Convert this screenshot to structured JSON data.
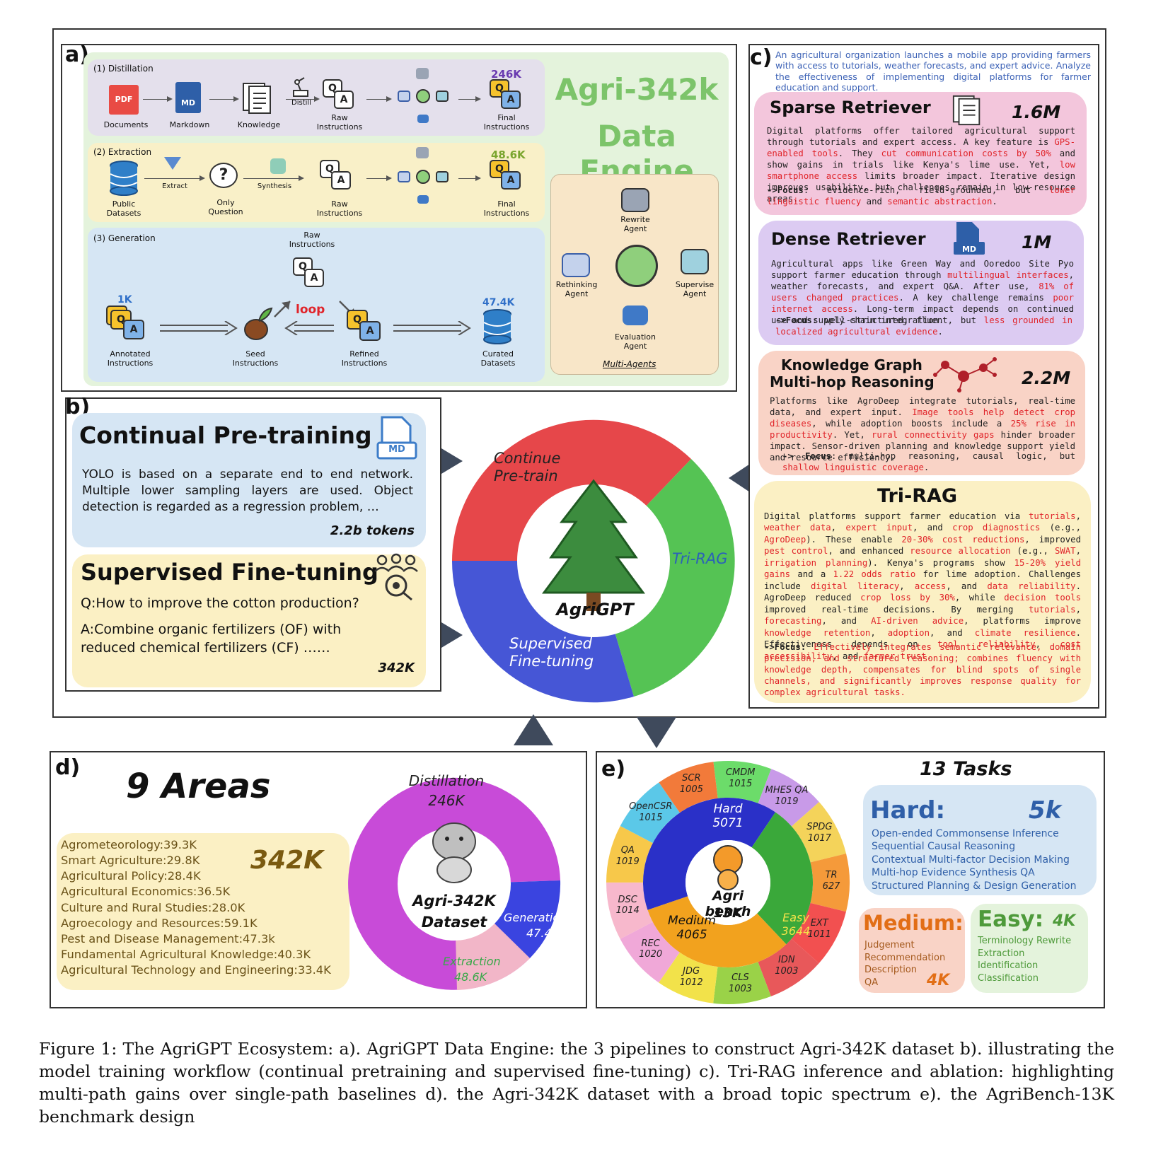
{
  "panel_a": {
    "label": "a)",
    "title_line1": "Agri-342k",
    "title_line2": "Data Engine",
    "distillation": {
      "title": "(1) Distillation",
      "nodes": [
        "Documents",
        "Markdown",
        "Knowledge",
        "Raw Instructions",
        "Final Instructions"
      ],
      "distill_label": "Distill",
      "pdf_label": "PDF",
      "md_label": "MD",
      "count": "246K"
    },
    "extraction": {
      "title": "(2) Extraction",
      "nodes": [
        "Public Datasets",
        "Only Question",
        "Raw Instructions",
        "Final Instructions"
      ],
      "extract_label": "Extract",
      "synthesis_label": "Synthesis",
      "count": "48.6K"
    },
    "generation": {
      "title": "(3) Generation",
      "raw_label": "Raw Instructions",
      "annotated_label": "Annotated Instructions",
      "annotated_count": "1K",
      "seed_label": "Seed Instructions",
      "refined_label": "Refined Instructions",
      "curated_label": "Curated Datasets",
      "curated_count": "47.4K",
      "loop_label": "loop"
    },
    "agents": {
      "rewrite": "Rewrite Agent",
      "rethinking": "Rethinking Agent",
      "supervise": "Supervise Agent",
      "evaluation": "Evaluation Agent",
      "caption": "Multi-Agents"
    },
    "qa_q": "Q",
    "qa_a": "A"
  },
  "panel_b": {
    "label": "b)",
    "cpt_title": "Continual Pre-training",
    "cpt_text": "YOLO is based on a separate end to end network. Multiple lower sampling layers are used. Object detection is regarded as a regression problem, …",
    "cpt_count": "2.2b tokens",
    "cpt_icon_label": "MD",
    "sft_title": "Supervised Fine-tuning",
    "sft_q": "Q:How to improve the cotton production?",
    "sft_a": "A:Combine organic fertilizers (OF) with reduced chemical fertilizers (CF) ……",
    "sft_count": "342K",
    "ring": {
      "center": "AgriGPT",
      "seg1": "Continue Pre-train",
      "seg2": "Tri-RAG",
      "seg3": "Supervised Fine-tuning"
    }
  },
  "panel_c": {
    "label": "c)",
    "query": "An agricultural organization launches a mobile app providing farmers with access to tutorials, weather forecasts, and expert advice.  Analyze the effectiveness of implementing digital platforms for farmer education and support.",
    "sparse": {
      "title": "Sparse Retriever",
      "count": "1.6M",
      "t1": "Digital platforms offer tailored agricultural support through tutorials and expert access. A key feature is ",
      "r1": "GPS-enabled tools",
      "t2": ". They ",
      "r2": "cut communication costs by 50%",
      "t3": " and show gains in trials like Kenya's lime use. Yet, ",
      "r3": "low smartphone access",
      "t4": " limits broader impact. Iterative design improves usability, but challenges remain in low-resource areas.",
      "f_label": "->Focus",
      "f1": ": evidence-rich, field-grounded, but ",
      "fr1": "lower linguistic fluency",
      "f2": " and ",
      "fr2": "semantic abstraction",
      "f3": "."
    },
    "dense": {
      "title": "Dense Retriever",
      "count": "1M",
      "icon_label": "MD",
      "t1": "Agricultural apps like Green Way and Ooredoo Site Pyo support farmer education through ",
      "r1": "multilingual interfaces",
      "t2": ", weather forecasts, and expert Q&A. After use, ",
      "r2": "81% of users changed practices",
      "t3": ". A key challenge remains ",
      "r3": "poor internet access",
      "t4": ". Long-term impact depends on continued use and supply chain integration.",
      "f_label": "->Focus:",
      "f1": " well-structured, fluent, but ",
      "fr1": "less grounded in localized agricultural evidence",
      "f2": "."
    },
    "kg": {
      "title1": "Knowledge Graph",
      "title2": "Multi-hop Reasoning",
      "count": "2.2M",
      "t1": "Platforms like AgroDeep integrate tutorials, real-time data, and expert input. ",
      "r1": "Image tools help detect crop diseases",
      "t2": ", while adoption boosts include a ",
      "r2": "25% rise in productivity",
      "t3": ". Yet, ",
      "r3": "rural connectivity gaps",
      "t4": " hinder broader impact. Sensor-driven planning and knowledge support yield and resource efficiency.",
      "f_label": "-> Focus",
      "f1": ": multi-hop reasoning, causal logic, but ",
      "fr1": "shallow linguistic coverage",
      "f2": "."
    },
    "trirag": {
      "title": "Tri-RAG",
      "s1": "Digital platforms support farmer education via ",
      "r1": "tutorials",
      "s2": ", ",
      "r2": "weather data",
      "s3": ", ",
      "r3": "expert input",
      "s4": ", and ",
      "r4": "crop diagnostics",
      "s5": " (e.g., ",
      "r5": "AgroDeep",
      "s6": "). These enable ",
      "r6": "20-30% cost reductions",
      "s7": ", improved ",
      "r7": "pest control",
      "s8": ", and enhanced ",
      "r8": "resource allocation",
      "s9": " (e.g., ",
      "r9": "SWAT",
      "s10": ", ",
      "r10": "irrigation planning",
      "s11": "). Kenya's programs show ",
      "r11": "15-20% yield gains",
      "s12": " and a ",
      "r12": "1.22 odds ratio",
      "s13": " for lime adoption. Challenges include ",
      "r13": "digital literacy",
      "s14": ", ",
      "r14": "access",
      "s15": ", and ",
      "r15": "data reliability",
      "s16": ". AgroDeep reduced ",
      "r16": "crop loss by 30%",
      "s17": ", while ",
      "r17": "decision tools",
      "s18": " improved real-time decisions. By merging ",
      "r18": "tutorials",
      "s19": ", ",
      "r19": "forecasting",
      "s20": ", and ",
      "r20": "AI-driven advice",
      "s21": ", platforms improve ",
      "r21": "knowledge retention",
      "s22": ", ",
      "r22": "adoption",
      "s23": ", and ",
      "r23": "climate resilience",
      "s24": ". Effectiveness depends on ",
      "r24": "tool reliability",
      "s25": ", ",
      "r25": "cost accessibility",
      "s26": ", and ",
      "r26": "farmer trust",
      "s27": ".",
      "f_label": "->Focus:",
      "f_text": " Effectively integrates semantic relevance, domain precision, and structured reasoning; combines fluency with knowledge depth, compensates for blind spots of single channels, and significantly improves response quality for complex agricultural tasks."
    }
  },
  "panel_d": {
    "label": "d)",
    "title": "9 Areas",
    "total": "342K",
    "areas": [
      "Agrometeorology:39.3K",
      "Smart Agriculture:29.8K",
      "Agricultural Policy:28.4K",
      "Agricultural Economics:36.5K",
      "Culture and Rural  Studies:28.0K",
      "Agroecology and Resources:59.1K",
      "Pest and Disease Management:47.3k",
      "Fundamental Agricultural Knowledge:40.3K",
      "Agricultural Technology and Engineering:33.4K"
    ],
    "donut": {
      "center1": "Agri-342K",
      "center2": "Dataset",
      "distillation": "Distillation",
      "distillation_n": "246K",
      "generation": "Generation",
      "generation_n": "47.4K",
      "extraction": "Extraction",
      "extraction_n": "48.6K"
    }
  },
  "panel_e": {
    "label": "e)",
    "title": "13 Tasks",
    "ring_center1": "Agri bench",
    "ring_center2": "13K",
    "inner": [
      {
        "name": "Hard",
        "n": "5071"
      },
      {
        "name": "Easy",
        "n": "3644"
      },
      {
        "name": "Medium",
        "n": "4065"
      }
    ],
    "outer": [
      {
        "name": "CMDM",
        "n": "1015"
      },
      {
        "name": "MHES QA",
        "n": "1019"
      },
      {
        "name": "SPDG",
        "n": "1017"
      },
      {
        "name": "TR",
        "n": "627"
      },
      {
        "name": "EXT",
        "n": "1011"
      },
      {
        "name": "IDN",
        "n": "1003"
      },
      {
        "name": "CLS",
        "n": "1003"
      },
      {
        "name": "JDG",
        "n": "1012"
      },
      {
        "name": "REC",
        "n": "1020"
      },
      {
        "name": "DSC",
        "n": "1014"
      },
      {
        "name": "QA",
        "n": "1019"
      },
      {
        "name": "OpenCSR",
        "n": "1015"
      },
      {
        "name": "SCR",
        "n": "1005"
      }
    ],
    "hard": {
      "title": "Hard:",
      "count": "5k",
      "items": [
        "Open-ended Commonsense Inference",
        "Sequential Causal Reasoning",
        "Contextual Multi-factor Decision Making",
        "Multi-hop Evidence Synthesis QA",
        "Structured Planning & Design Generation"
      ]
    },
    "medium": {
      "title": "Medium:",
      "count": "4K",
      "items": [
        "Judgement",
        "Recommendation",
        "Description",
        "QA"
      ]
    },
    "easy": {
      "title": "Easy:",
      "count": "4K",
      "items": [
        "Terminology Rewrite",
        "Extraction",
        "Identification",
        "Classification"
      ]
    }
  },
  "caption": "Figure 1: The AgriGPT Ecosystem: a). AgriGPT Data Engine: the 3 pipelines to construct Agri-342K dataset b). illustrating the model training workflow (continual pretraining and supervised fine-tuning) c). Tri-RAG inference and ablation: highlighting multi-path gains over single-path baselines d). the Agri-342K dataset with a broad topic spectrum e). the AgriBench-13K benchmark design",
  "colors": {
    "green_bg": "#e4f3dc",
    "distill_bg": "#e4e0ec",
    "extract_bg": "#f9f0c8",
    "gen_bg": "#d6e6f4",
    "agents_bg": "#f8e6c8",
    "sparse_bg": "#f3c6dc",
    "dense_bg": "#dccbf2",
    "kg_bg": "#f9d3c6",
    "tri_bg": "#fbf0c4",
    "red_text": "#e0242a",
    "blue_text": "#3c62b6"
  }
}
